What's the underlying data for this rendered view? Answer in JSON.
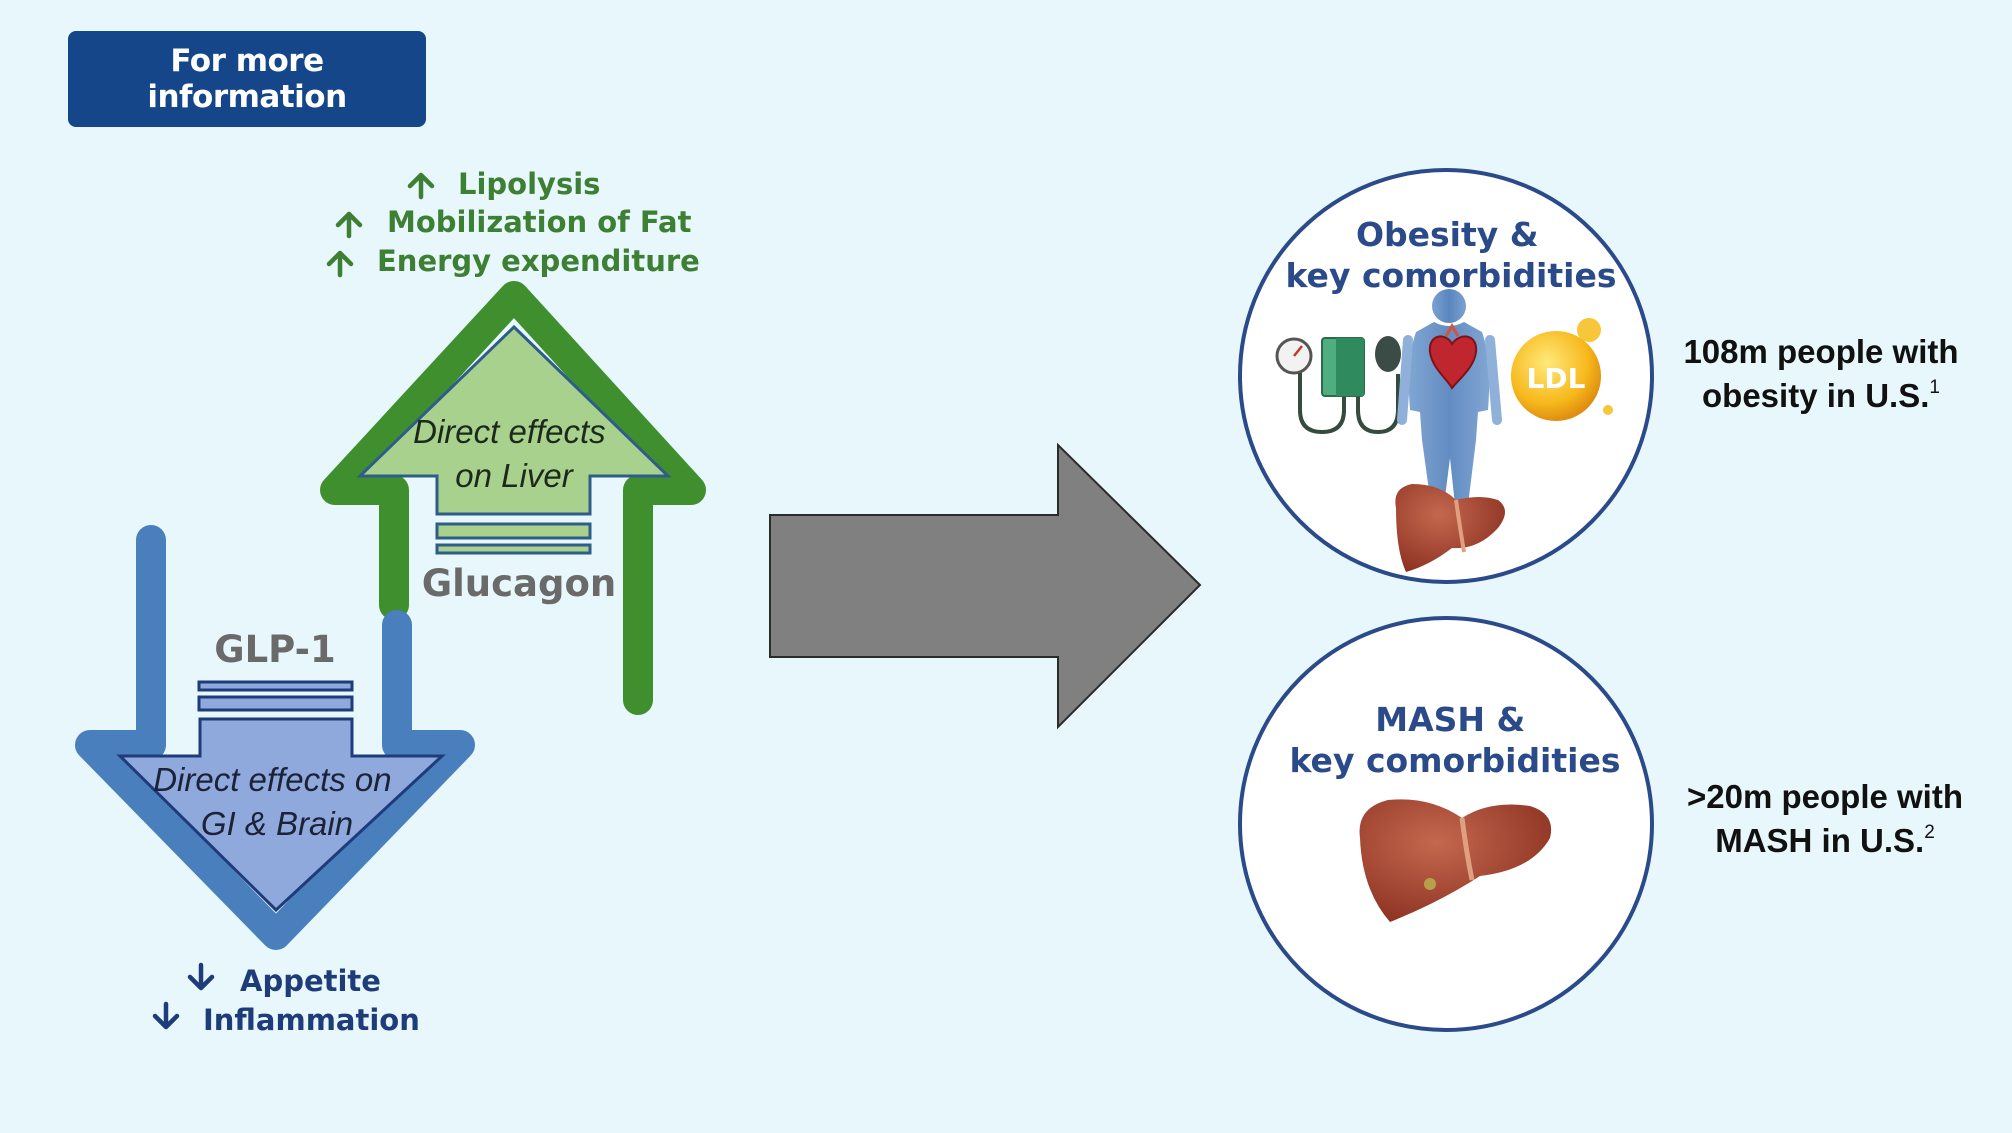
{
  "button": {
    "label": "For more information"
  },
  "glucagon": {
    "effects": [
      "Lipolysis",
      "Mobilization of Fat",
      "Energy expenditure"
    ],
    "arrow_label": [
      "Direct effects",
      "on Liver"
    ],
    "name": "Glucagon"
  },
  "glp1": {
    "name": "GLP-1",
    "arrow_label": [
      "Direct effects on",
      "GI & Brain"
    ],
    "effects": [
      "Appetite",
      "Inflammation"
    ]
  },
  "obesity": {
    "title": [
      "Obesity &",
      "key comorbidities"
    ],
    "badge": "LDL",
    "stat_line1": "108m people with",
    "stat_line2": "obesity in U.S.",
    "stat_ref": "1"
  },
  "mash": {
    "title": [
      "MASH &",
      "key comorbidities"
    ],
    "stat_line1": ">20m people with",
    "stat_line2": "MASH in U.S.",
    "stat_ref": "2"
  },
  "colors": {
    "background": "#e7f7fb",
    "button": "#15468a",
    "green_dark": "#3f8f2f",
    "green_light": "#a9d18e",
    "blue": "#4a7fbe",
    "blue_light": "#8fa9dc",
    "navy": "#1f3c7a",
    "arrow_gray": "#808080"
  }
}
